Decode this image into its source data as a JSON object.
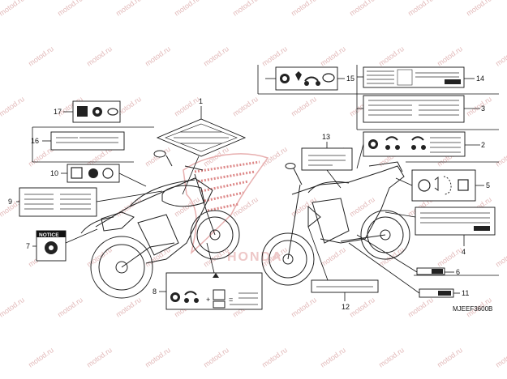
{
  "diagram": {
    "code": "MJEEF3600B",
    "watermark": "motod.ru",
    "notice_text": "NOTICE",
    "brand_text": "HONDA"
  },
  "callouts": [
    "1",
    "2",
    "3",
    "4",
    "5",
    "6",
    "7",
    "8",
    "9",
    "10",
    "11",
    "12",
    "13",
    "14",
    "15",
    "16",
    "17"
  ],
  "colors": {
    "line": "#111111",
    "watermark": "#e2b9b9",
    "wing": "#c03030"
  }
}
